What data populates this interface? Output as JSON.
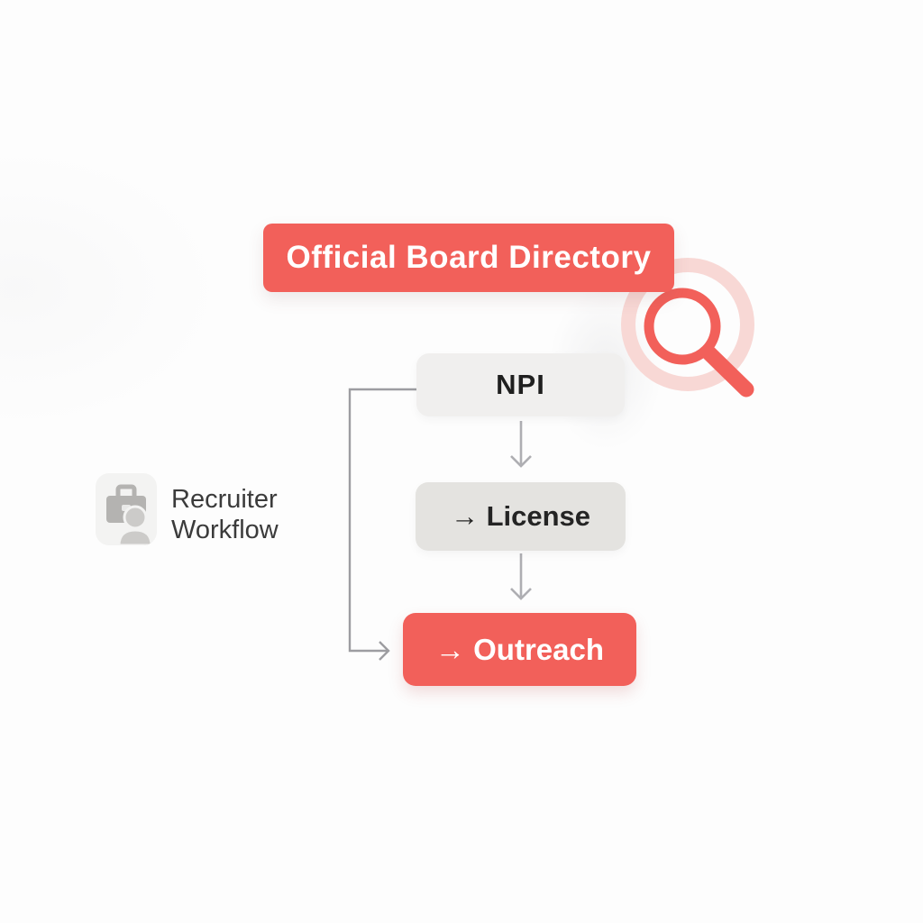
{
  "palette": {
    "coral": "#f2605a",
    "halo_pink": "#f8d8d5",
    "node_light_gray": "#f0efee",
    "node_mid_gray": "#e4e3e0",
    "text_dark": "#1f1f1f",
    "label_gray": "#3b3b3b",
    "connector_gray": "#9d9da1",
    "icon_gray": "#b4b3b1",
    "icon_gray_light": "#cccbc9",
    "white": "#ffffff",
    "background": "#fdfdfd"
  },
  "banner": {
    "label": "Official Board Directory"
  },
  "icons": {
    "search": "magnifying-glass",
    "workflow": "briefcase-person"
  },
  "workflow_label": {
    "line1": "Recruiter",
    "line2": "Workflow"
  },
  "flow": {
    "nodes": [
      {
        "id": "npi",
        "label": "NPI",
        "variant": "light-gray"
      },
      {
        "id": "license",
        "label": "→ License",
        "variant": "mid-gray"
      },
      {
        "id": "outreach",
        "label": "→ Outreach",
        "variant": "coral"
      }
    ],
    "connections": [
      "NPI → License",
      "License → Outreach",
      "NPI → Outreach (bypass bracket)"
    ]
  }
}
